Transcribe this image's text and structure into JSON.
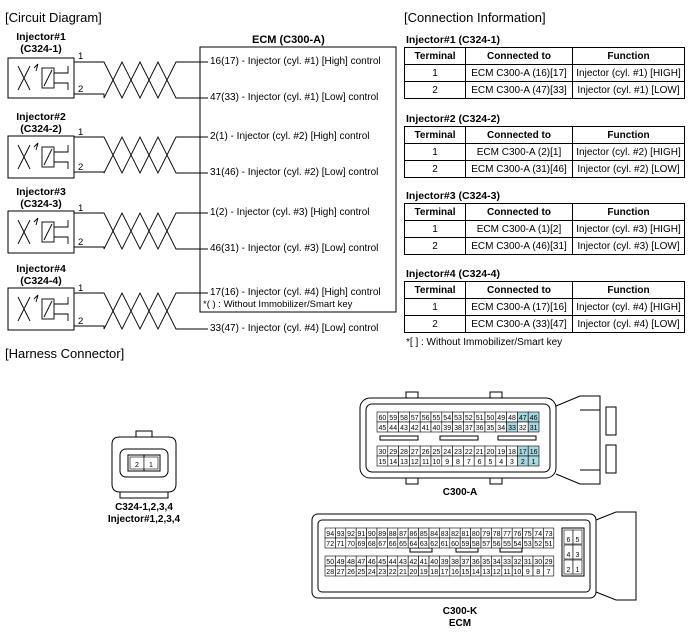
{
  "sections": {
    "circuit": "[Circuit Diagram]",
    "connection": "[Connection Information]",
    "harness": "[Harness Connector]"
  },
  "injectors": [
    {
      "name": "Injector#1",
      "code": "(C324-1)"
    },
    {
      "name": "Injector#2",
      "code": "(C324-2)"
    },
    {
      "name": "Injector#3",
      "code": "(C324-3)"
    },
    {
      "name": "Injector#4",
      "code": "(C324-4)"
    }
  ],
  "pins": {
    "one": "1",
    "two": "2"
  },
  "ecm": {
    "title": "ECM (C300-A)",
    "lines": [
      "16(17) - Injector (cyl. #1) [High] control",
      "47(33) - Injector (cyl. #1) [Low] control",
      "2(1) - Injector (cyl. #2) [High] control",
      "31(46) - Injector (cyl. #2) [Low] control",
      "1(2) - Injector (cyl. #3) [High] control",
      "46(31) - Injector (cyl. #3) [Low] control",
      "17(16) - Injector (cyl. #4) [High] control",
      "33(47) - Injector (cyl. #4) [Low] control"
    ],
    "note": "*( ) : Without Immobilizer/Smart key"
  },
  "connection_tables": {
    "headers": [
      "Terminal",
      "Connected to",
      "Function"
    ],
    "tables": [
      {
        "title": "Injector#1 (C324-1)",
        "rows": [
          [
            "1",
            "ECM C300-A (16)[17]",
            "Injector (cyl. #1) [HIGH]"
          ],
          [
            "2",
            "ECM C300-A (47)[33]",
            "Injector (cyl. #1) [LOW]"
          ]
        ]
      },
      {
        "title": "Injector#2 (C324-2)",
        "rows": [
          [
            "1",
            "ECM C300-A (2)[1]",
            "Injector (cyl. #2) [HIGH]"
          ],
          [
            "2",
            "ECM C300-A (31)[46]",
            "Injector (cyl. #2) [LOW]"
          ]
        ]
      },
      {
        "title": "Injector#3 (C324-3)",
        "rows": [
          [
            "1",
            "ECM C300-A (1)[2]",
            "Injector (cyl. #3) [HIGH]"
          ],
          [
            "2",
            "ECM C300-A (46)[31]",
            "Injector (cyl. #3) [LOW]"
          ]
        ]
      },
      {
        "title": "Injector#4 (C324-4)",
        "rows": [
          [
            "1",
            "ECM C300-A (17)[16]",
            "Injector (cyl. #4) [HIGH]"
          ],
          [
            "2",
            "ECM C300-A (33)[47]",
            "Injector (cyl. #4) [LOW]"
          ]
        ]
      }
    ],
    "note": "*[ ] : Without Immobilizer/Smart key"
  },
  "harness": {
    "small_connector": {
      "pins": [
        "2",
        "1"
      ],
      "caption_line1": "C324-1,2,3,4",
      "caption_line2": "Injector#1,2,3,4"
    },
    "c300a": {
      "caption": "C300-A",
      "row1": [
        "60",
        "59",
        "58",
        "57",
        "56",
        "55",
        "54",
        "53",
        "52",
        "51",
        "50",
        "49",
        "48",
        "47",
        "46"
      ],
      "row2": [
        "45",
        "44",
        "43",
        "42",
        "41",
        "40",
        "39",
        "38",
        "37",
        "36",
        "35",
        "34",
        "33",
        "32",
        "31"
      ],
      "row3": [
        "30",
        "29",
        "28",
        "27",
        "26",
        "25",
        "24",
        "23",
        "22",
        "21",
        "20",
        "19",
        "18",
        "17",
        "16"
      ],
      "row4": [
        "15",
        "14",
        "13",
        "12",
        "11",
        "10",
        "9",
        "8",
        "7",
        "6",
        "5",
        "4",
        "3",
        "2",
        "1"
      ],
      "highlighted": [
        "47",
        "46",
        "33",
        "31",
        "17",
        "16",
        "2",
        "1"
      ],
      "highlight_color": "#a8d8e0"
    },
    "c300k": {
      "caption_line1": "C300-K",
      "caption_line2": "ECM",
      "row1": [
        "94",
        "93",
        "92",
        "91",
        "90",
        "89",
        "88",
        "87",
        "86",
        "85",
        "84",
        "83",
        "82",
        "81",
        "80",
        "79",
        "78",
        "77",
        "76",
        "75",
        "74",
        "73"
      ],
      "row2": [
        "72",
        "71",
        "70",
        "69",
        "68",
        "67",
        "66",
        "65",
        "64",
        "63",
        "62",
        "61",
        "60",
        "59",
        "58",
        "57",
        "56",
        "55",
        "54",
        "53",
        "52",
        "51"
      ],
      "row3": [
        "50",
        "49",
        "48",
        "47",
        "46",
        "45",
        "44",
        "43",
        "42",
        "41",
        "40",
        "39",
        "38",
        "37",
        "36",
        "35",
        "34",
        "33",
        "32",
        "31",
        "30",
        "29"
      ],
      "row4": [
        "28",
        "27",
        "26",
        "25",
        "24",
        "23",
        "22",
        "21",
        "20",
        "19",
        "18",
        "17",
        "16",
        "15",
        "14",
        "13",
        "12",
        "11",
        "10",
        "9",
        "8",
        "7"
      ],
      "side": [
        [
          "6",
          "5"
        ],
        [
          "4",
          "3"
        ],
        [
          "2",
          "1"
        ]
      ]
    }
  }
}
